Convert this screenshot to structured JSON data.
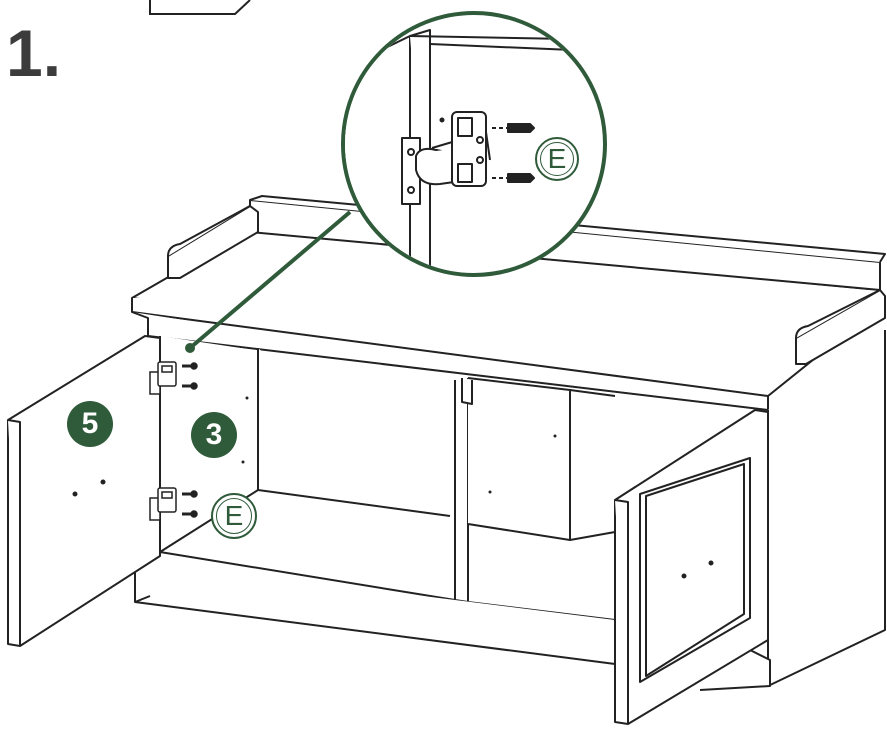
{
  "step": {
    "number_label": "1."
  },
  "markers": {
    "left_door_part": "5",
    "cabinet_side_part": "3",
    "hinge_part_main": "E",
    "hinge_part_detail": "E"
  },
  "colors": {
    "accent_green": "#2f5b3a",
    "line": "#222222",
    "background": "#ffffff"
  }
}
